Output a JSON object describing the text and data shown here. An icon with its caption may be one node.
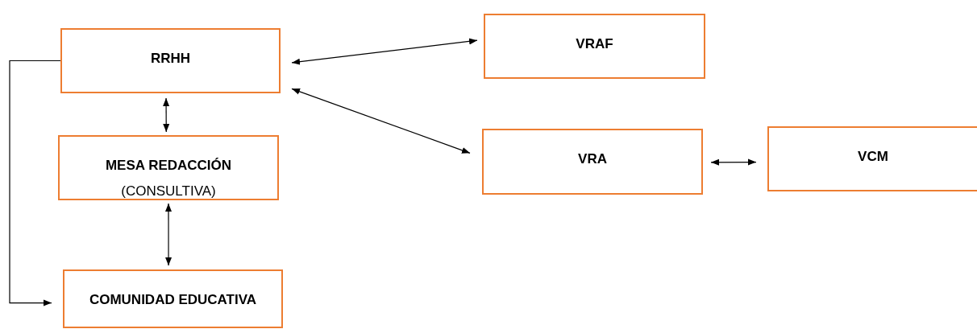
{
  "diagram": {
    "nodes": [
      {
        "text": [
          "RRHH"
        ]
      },
      {
        "text": [
          "MESA REDACCIÓN",
          "(CONSULTIVA)"
        ]
      },
      {
        "text": [
          "COMUNIDAD EDUCATIVA"
        ]
      },
      {
        "text": [
          "VRAF"
        ]
      },
      {
        "text": [
          "VRA"
        ]
      },
      {
        "text": [
          "VCM"
        ]
      }
    ],
    "edges": [
      {
        "from": 0,
        "to": 3,
        "arrow": "both"
      },
      {
        "from": 0,
        "to": 4,
        "arrow": "both"
      },
      {
        "from": 0,
        "to": 1,
        "arrow": "both"
      },
      {
        "from": 1,
        "to": 2,
        "arrow": "both"
      },
      {
        "from": 4,
        "to": 5,
        "arrow": "both"
      },
      {
        "from": 0,
        "to": 2,
        "arrow": "to"
      }
    ]
  }
}
